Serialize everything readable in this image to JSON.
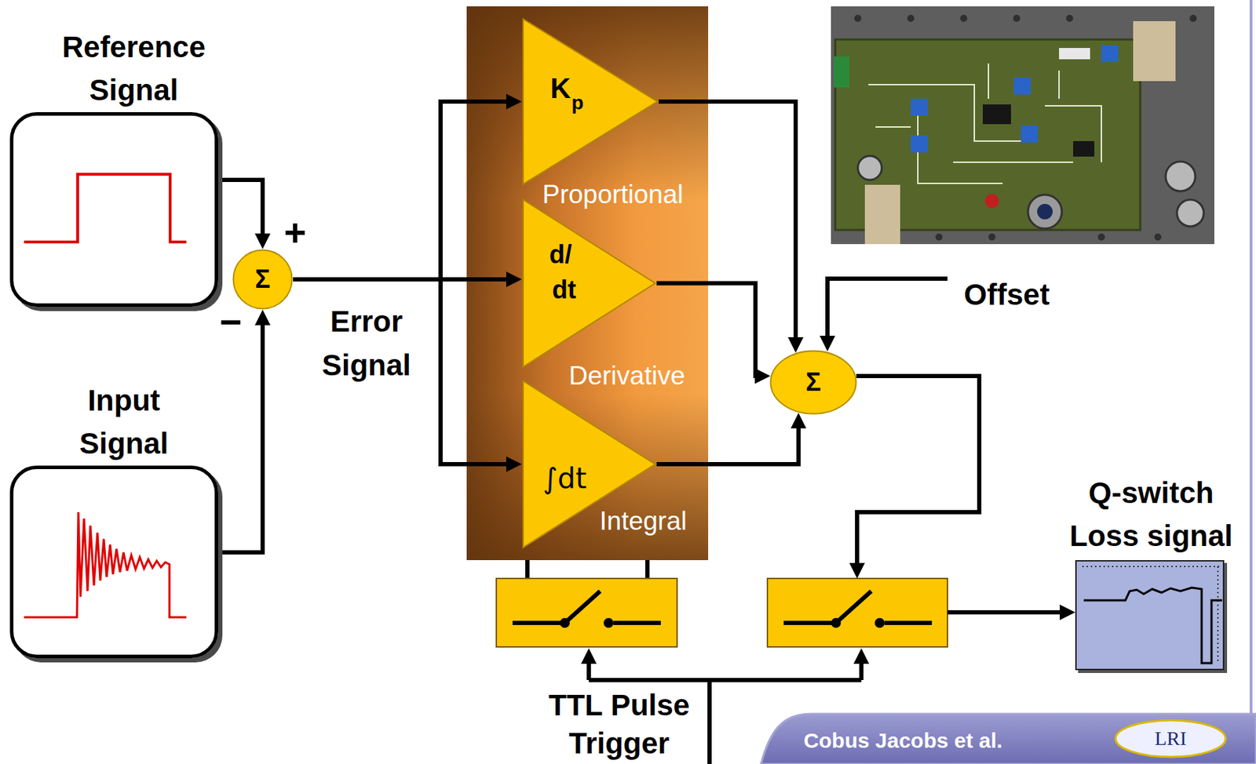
{
  "diagram": {
    "nodes": [
      {
        "text": [
          "Reference Signal"
        ]
      },
      {
        "text": [
          "Input Signal"
        ]
      },
      {
        "text": [
          "Σ"
        ]
      },
      {
        "text": [
          "K",
          "p",
          "Proportional"
        ]
      },
      {
        "text": [
          "d/",
          "dt",
          "Derivative"
        ]
      },
      {
        "text": [
          "∫dt",
          "Integral"
        ]
      },
      {
        "text": [
          "Σ"
        ]
      },
      {
        "text": [
          "Q-switch Loss signal"
        ]
      },
      {
        "text": [
          "Cobus Jacobs et al."
        ]
      },
      {
        "text": [
          "LRI"
        ],
        "in": 8
      }
    ],
    "edges": [
      {
        "from": 0,
        "to": 2,
        "arrow": "to"
      },
      {
        "from": 1,
        "to": 2,
        "arrow": "to"
      },
      {
        "from": 2,
        "to": 3,
        "arrow": "to"
      },
      {
        "from": 2,
        "to": 4,
        "arrow": "to"
      },
      {
        "from": 2,
        "to": 5,
        "arrow": "to"
      },
      {
        "from": 3,
        "to": 6,
        "arrow": "to"
      },
      {
        "from": 4,
        "to": 6,
        "arrow": "to"
      },
      {
        "from": 5,
        "to": 6,
        "arrow": "to"
      },
      {
        "from": 6,
        "to": 7,
        "arrow": "to"
      }
    ],
    "labels": [
      "+",
      "−",
      "Error Signal",
      "Offset",
      "TTL Pulse Trigger"
    ]
  }
}
